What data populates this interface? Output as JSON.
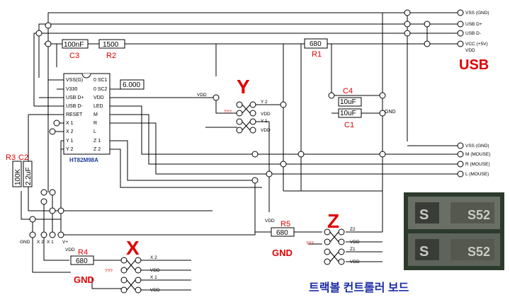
{
  "usb": {
    "title": "USB",
    "pins": [
      "VSS (GND)",
      "USB D+",
      "USB D-",
      "VCC (+5V)",
      "VDD"
    ]
  },
  "chip": {
    "name": "HT82M98A",
    "left_pins": [
      "VSS(G)",
      "V330",
      "USB D+",
      "USB D-",
      "RESET",
      "X 1",
      "X 2",
      "Y 1",
      "Y 2"
    ],
    "right_pins": [
      "0 SC1",
      "0 SC2",
      "VDD",
      "LED",
      "M",
      "R",
      "L",
      "Z 1",
      "Z 2"
    ]
  },
  "crystal": "6.000",
  "components": {
    "c3": {
      "name": "C3",
      "value": "100nF"
    },
    "r2": {
      "name": "R2",
      "value": "1500"
    },
    "r1": {
      "name": "R1",
      "value": "680"
    },
    "c4": {
      "name": "C4",
      "value": "10uF"
    },
    "c1": {
      "name": "C1",
      "value": "10uF"
    },
    "r3": {
      "name": "R3",
      "value": "100K"
    },
    "c2": {
      "name": "C2",
      "value": "2.2uF"
    },
    "r4": {
      "name": "R4",
      "value": "680"
    },
    "r5": {
      "name": "R5",
      "value": "680"
    }
  },
  "axes": {
    "x": "X",
    "y": "Y",
    "z": "Z"
  },
  "sensor_y": {
    "pins": [
      "Y 2",
      "VDD",
      "Y 1",
      "VDD"
    ],
    "unknown": "???",
    "vdd_label": "VDD"
  },
  "sensor_x": {
    "pins": [
      "X 2",
      "VDD",
      "X 1",
      "VDD"
    ],
    "unknown": "???"
  },
  "sensor_z": {
    "pins": [
      "Z2",
      "VDD",
      "Z1",
      "VDD"
    ],
    "unknown": "???"
  },
  "right_connector": [
    "VSS (GND)",
    "M (MOUSE)",
    "R (MOUSE)",
    "L (MOUSE)"
  ],
  "gnd_label": "GND",
  "gnd_big": "GND",
  "bottom_connector": [
    "GND",
    "X 2",
    "X 1",
    "V+"
  ],
  "vdd_label": "VDD",
  "photo_marks": [
    "S",
    "S52",
    "S",
    "S52"
  ],
  "caption": "트랙볼 컨트롤러 보드",
  "colors": {
    "wire": "#000000",
    "label_red": "#e00000",
    "caption_blue": "#1a2aa8",
    "chip_text": "#1a3ea0"
  }
}
